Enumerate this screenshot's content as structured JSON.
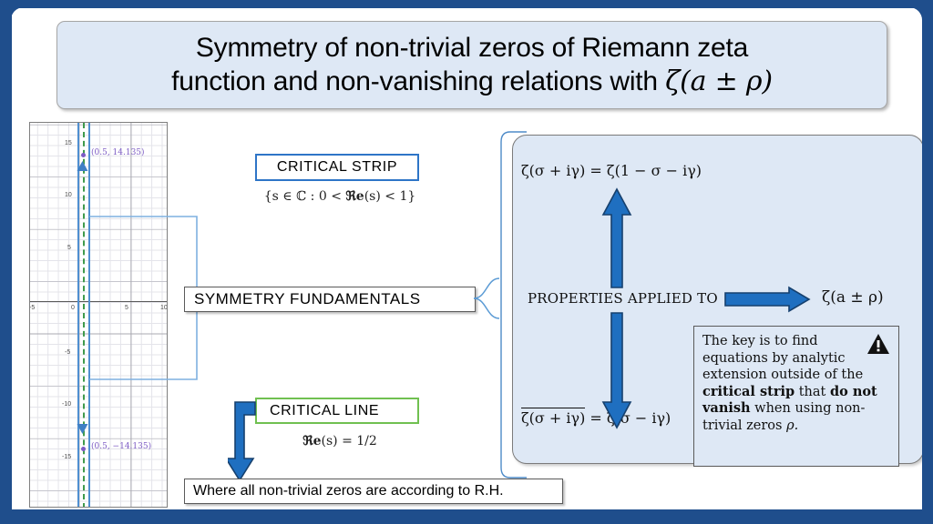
{
  "slide": {
    "title": "Symmetry of non-trivial zeros of Riemann zeta function and non-vanishing relations with ",
    "title_line1": "Symmetry of non-trivial zeros of Riemann zeta",
    "title_line2_prefix": "function and non-vanishing relations with ",
    "title_math": "ζ(a ± ρ)",
    "accent_border": "#1F4E8C",
    "panel_fill": "#DEE8F5",
    "arrow_blue": "#1F6FC0",
    "critical_strip_border": "#2E75C7",
    "critical_line_border": "#70C050"
  },
  "graph": {
    "name": "complex-plane-critical-strip-plot",
    "x_ticks": [
      "-5",
      "0",
      "5",
      "10"
    ],
    "y_ticks": [
      "15",
      "10",
      "5",
      "-5",
      "-10",
      "-15"
    ],
    "zero_upper_label": "(0.5, 14.135)",
    "zero_lower_label": "(0.5, −14.135)",
    "strip_left_x": "0",
    "strip_right_x": "1",
    "critical_line_x": "0.5",
    "line_color": "#4F8FD0",
    "critical_line_color": "#3F9A4C",
    "zero_color": "#7C5BC4"
  },
  "center": {
    "critical_strip_label": "CRITICAL  STRIP",
    "critical_strip_formula": "{s ∈ ℂ : 0 < ℜе(s) < 1}",
    "critical_strip_formula_parts": {
      "pre": "{s ∈ ℂ : 0 < ",
      "re": "ℜе",
      "post": "(s) < 1}"
    },
    "symmetry_fundamentals_label": "SYMMETRY  FUNDAMENTALS",
    "critical_line_label": "CRITICAL  LINE",
    "critical_line_formula": "ℜе(s) = 1/2",
    "bottom_caption": "Where all non-trivial zeros are according to R.H."
  },
  "right_panel": {
    "formula_top": "ζ(σ + iγ) = ζ(1 − σ − iγ)",
    "formula_bottom_conjugate": "ζ(σ + iγ)",
    "formula_bottom_rest": " = ζ(σ − iγ)",
    "properties_label": "PROPERTIES APPLIED TO",
    "target_function": "ζ(a ± ρ)",
    "note": {
      "icon": "warning-triangle-icon",
      "line1": "The key is to find",
      "line2": "equations by analytic",
      "line3": "extension outside of the",
      "bold1": "critical strip",
      "mid1": " that ",
      "bold2": "do not",
      "bold3": "vanish",
      "mid2": " when using non-",
      "tail": "trivial zeros ",
      "tail_math": "ρ."
    }
  }
}
